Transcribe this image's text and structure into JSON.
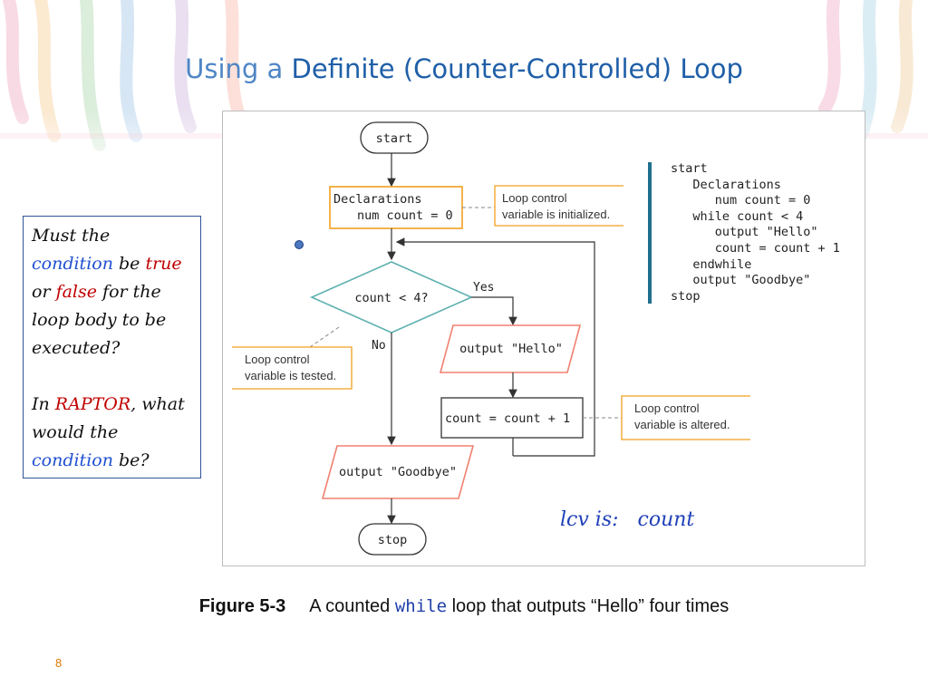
{
  "slide": {
    "title_part1": "Using a",
    "title_part2": "Definite (Counter-Controlled) Loop",
    "page_number": "8"
  },
  "flowchart": {
    "start": "start",
    "declarations_line1": "Declarations",
    "declarations_line2": "num count = 0",
    "note_init_line1": "Loop control",
    "note_init_line2": "variable is initialized.",
    "condition": "count < 4?",
    "yes_label": "Yes",
    "no_label": "No",
    "note_test_line1": "Loop control",
    "note_test_line2": "variable is tested.",
    "output_hello": "output \"Hello\"",
    "increment": "count = count + 1",
    "note_alter_line1": "Loop control",
    "note_alter_line2": "variable is altered.",
    "output_goodbye": "output \"Goodbye\"",
    "stop": "stop",
    "code_lines": [
      "start",
      "   Declarations",
      "      num count = 0",
      "   while count < 4",
      "      output \"Hello\"",
      "      count = count + 1",
      "   endwhile",
      "   output \"Goodbye\"",
      "stop"
    ],
    "lcv_text": "lcv is:   count"
  },
  "question_box": {
    "p1": [
      "Must the ",
      "condition",
      " be ",
      "true",
      " or ",
      "false",
      " for the loop body to be executed?"
    ],
    "p2": [
      "In ",
      "RAPTOR",
      ", what would the ",
      "condition",
      " be?"
    ]
  },
  "caption": {
    "label": "Figure 5-3",
    "text_before": "A counted ",
    "keyword": "while",
    "text_after": " loop that outputs “Hello” four times"
  },
  "colors": {
    "title_blue": "#1f5fa8",
    "orange_box": "#f0a020",
    "teal_diamond": "#5fb0b0",
    "salmon_parallelogram": "#f08070",
    "sidebar_bar": "#1f6f8f"
  }
}
